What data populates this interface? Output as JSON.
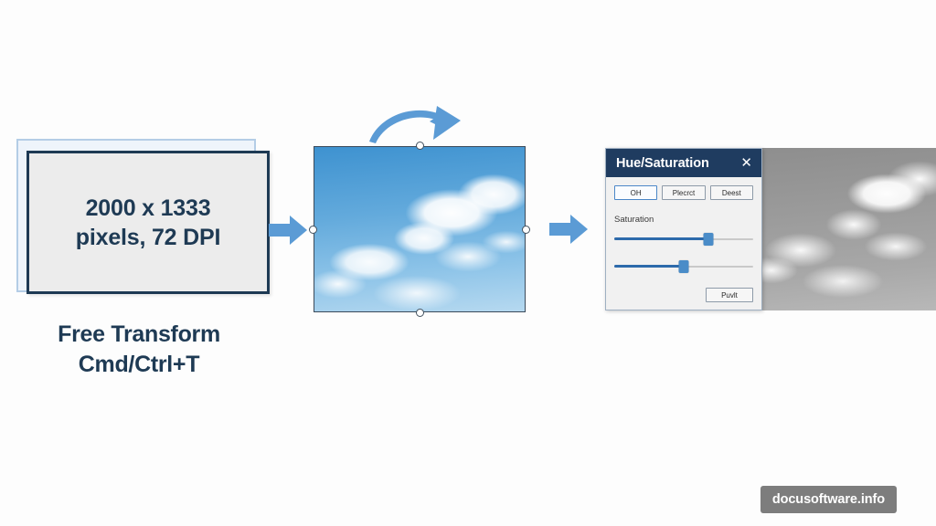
{
  "source": {
    "dimensions_text": "2000 x 1333\npixels, 72 DPI",
    "caption": "Free Transform\nCmd/Ctrl+T"
  },
  "transform": {
    "handles": [
      "top-center",
      "bottom-center",
      "middle-left",
      "middle-right"
    ],
    "rotate_icon": "curved-rotate-arrow"
  },
  "flow": {
    "arrow_1_icon": "right-arrow",
    "arrow_2_icon": "right-arrow",
    "arrow_color": "#5b9bd5"
  },
  "dialog": {
    "title": "Hue/Saturation",
    "close_icon": "close-icon",
    "buttons": [
      {
        "label": "OH",
        "primary": true
      },
      {
        "label": "Plecrct",
        "primary": false
      },
      {
        "label": "Deest",
        "primary": false
      }
    ],
    "saturation_label": "Saturation",
    "sliders": [
      {
        "name": "hue-slider",
        "value": 68
      },
      {
        "name": "saturation-slider",
        "value": 50
      }
    ],
    "reset_label": "Puvlt",
    "titlebar_color": "#1f3c60",
    "accent_color": "#4a8cc8"
  },
  "result": {
    "image_alt": "grayscale-clouds"
  },
  "watermark": {
    "text": "docusoftware.info"
  }
}
